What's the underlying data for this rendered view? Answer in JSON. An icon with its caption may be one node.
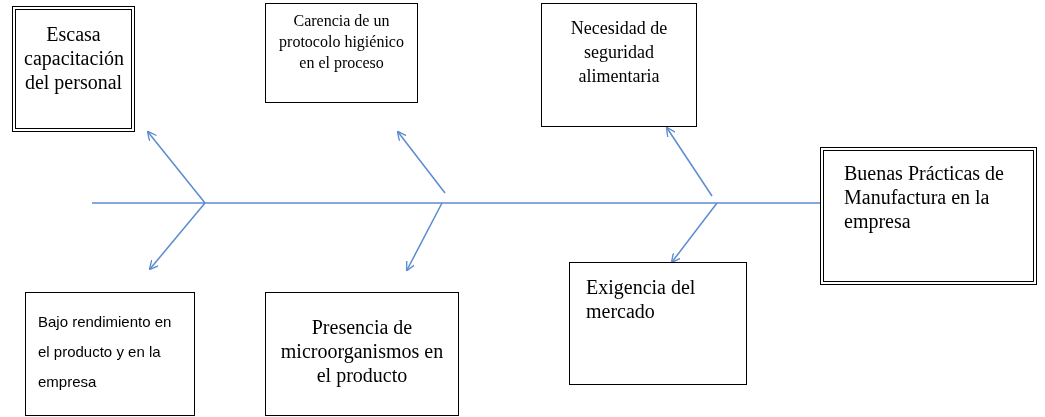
{
  "diagram": {
    "nodes": [
      {
        "text": [
          "Escasa capacitación del personal"
        ]
      },
      {
        "text": [
          "Carencia de un protocolo higiénico en el proceso"
        ]
      },
      {
        "text": [
          "Necesidad de seguridad alimentaria"
        ]
      },
      {
        "text": [
          "Buenas Prácticas de Manufactura en la empresa"
        ]
      },
      {
        "text": [
          "Bajo rendimiento en el producto y en la empresa"
        ]
      },
      {
        "text": [
          "Presencia de microorganismos en el producto"
        ]
      },
      {
        "text": [
          "Exigencia del mercado"
        ]
      }
    ],
    "edges": [
      {
        "from": null,
        "to": 3,
        "arrow": "none"
      },
      {
        "from": null,
        "to": 0,
        "arrow": "to"
      },
      {
        "from": null,
        "to": 4,
        "arrow": "to"
      },
      {
        "from": null,
        "to": 1,
        "arrow": "to"
      },
      {
        "from": null,
        "to": 5,
        "arrow": "to"
      },
      {
        "from": null,
        "to": 2,
        "arrow": "to"
      },
      {
        "from": null,
        "to": 6,
        "arrow": "to"
      }
    ]
  }
}
